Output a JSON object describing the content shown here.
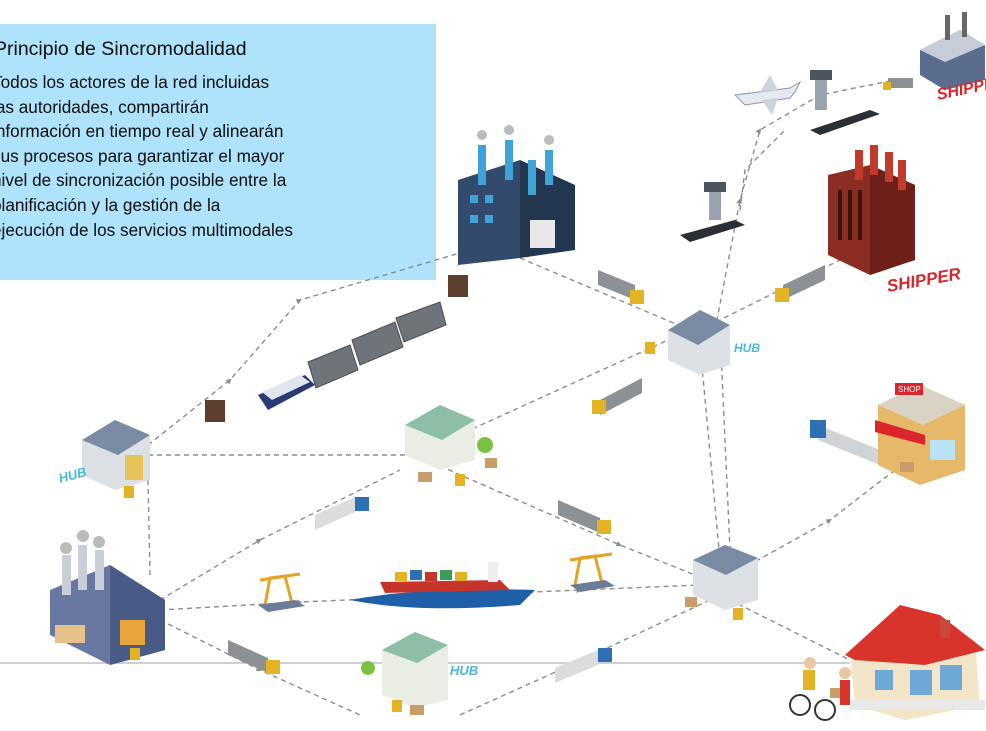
{
  "infobox": {
    "title": "Principio de Sincromodalidad",
    "body": "Todos los actores de la red incluidas\nlas autoridades, compartirán\ninformación en tiempo real y alinearán\nsus procesos para garantizar el mayor\nnivel de sincronización posible entre la\nplanificación y la gestión de la\nejecución de los servicios multimodales"
  },
  "labels": {
    "shipper_top": "SHIPPER",
    "shipper_mid": "SHIPPER",
    "hub_center": "HUB",
    "hub_left": "HUB",
    "hub_bottom": "HUB",
    "shop": "SHOP"
  },
  "colors": {
    "infobox_bg": "#aee3fb",
    "route_line": "#8c8c8c",
    "shipper_text": "#d9262b",
    "hub_text": "#4ab7d6"
  },
  "icons": [
    "factory-icon",
    "warehouse-icon",
    "truck-icon",
    "train-icon",
    "ship-icon",
    "plane-icon",
    "control-tower-icon",
    "port-crane-icon",
    "forklift-icon",
    "shop-icon",
    "house-icon",
    "cyclist-icon",
    "container-icon"
  ]
}
